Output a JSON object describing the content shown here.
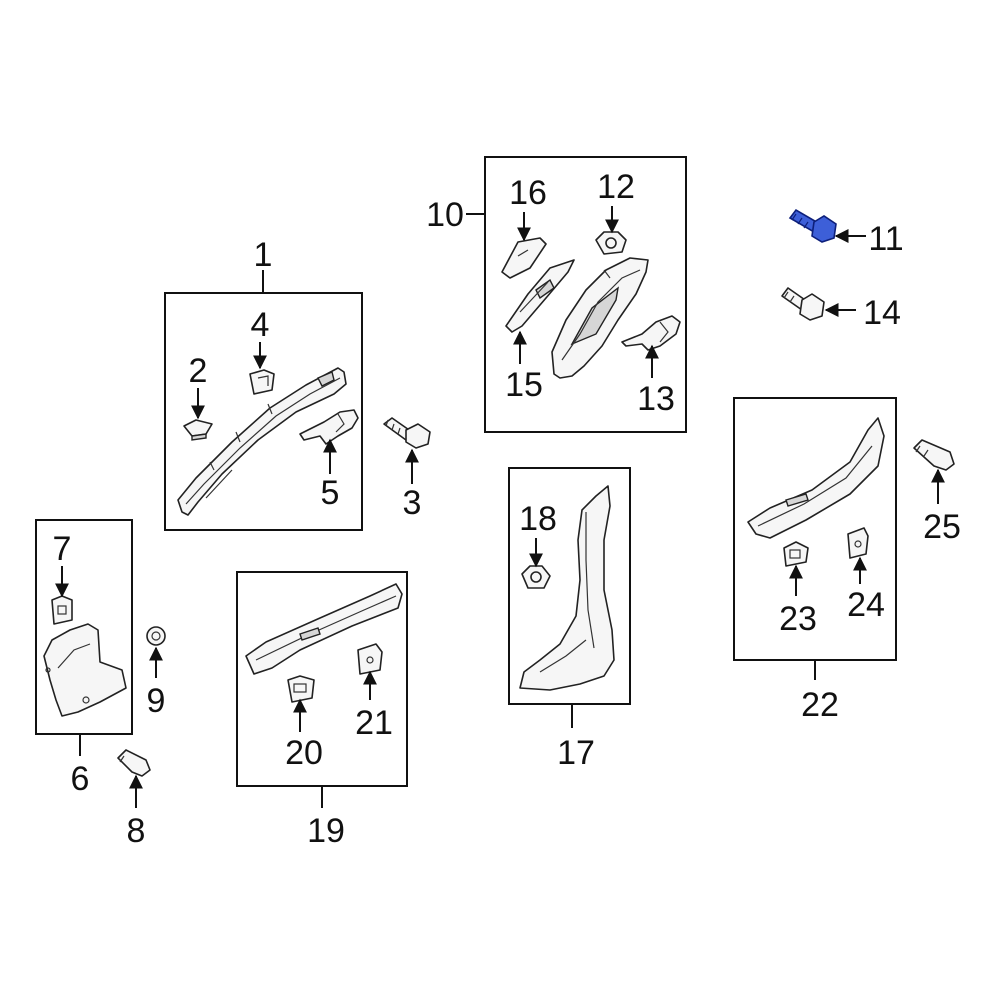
{
  "callouts": {
    "c1": "1",
    "c2": "2",
    "c3": "3",
    "c4": "4",
    "c5": "5",
    "c6": "6",
    "c7": "7",
    "c8": "8",
    "c9": "9",
    "c10": "10",
    "c11": "11",
    "c12": "12",
    "c13": "13",
    "c14": "14",
    "c15": "15",
    "c16": "16",
    "c17": "17",
    "c18": "18",
    "c19": "19",
    "c20": "20",
    "c21": "21",
    "c22": "22",
    "c23": "23",
    "c24": "24",
    "c25": "25"
  },
  "highlight_color": "#3d5fd8",
  "highlighted_part": "11"
}
